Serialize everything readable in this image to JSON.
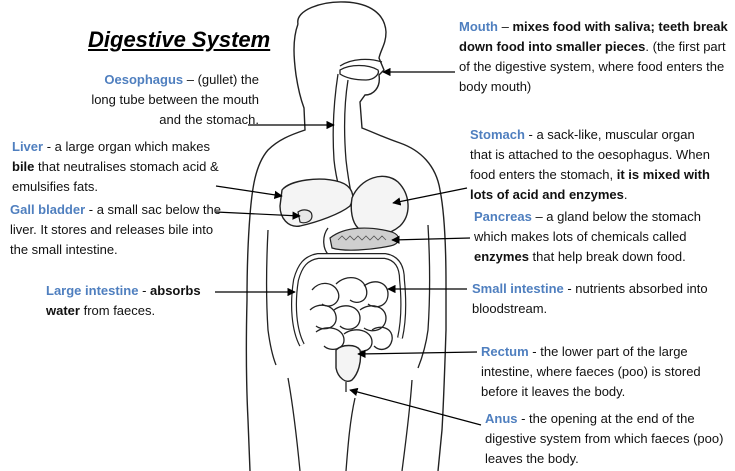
{
  "title": "Digestive System",
  "labels": {
    "mouth": {
      "term": "Mouth",
      "sep": " – ",
      "bold": "mixes food with saliva; teeth break down food into smaller pieces",
      "end": ".",
      "note": "(the first part of the digestive system, where food enters the body mouth)"
    },
    "oesophagus": {
      "term": "Oesophagus",
      "text": " – (gullet) the long tube between the mouth and the stomach."
    },
    "stomach": {
      "term": "Stomach",
      "text": " - a sack-like, muscular organ that is attached to the oesophagus. When food enters the stomach, ",
      "bold": "it is mixed with lots of acid and enzymes",
      "end": "."
    },
    "liver": {
      "term": "Liver",
      "text1": " - a large organ which makes ",
      "bold": "bile",
      "text2": " that neutralises stomach acid & emulsifies fats."
    },
    "gall_bladder": {
      "term": "Gall bladder",
      "text": " - a small sac below the liver. It stores and releases bile into the small intestine."
    },
    "pancreas": {
      "term": "Pancreas",
      "text1": " – a gland below the stomach which makes lots of chemicals called ",
      "bold": "enzymes",
      "text2": " that help break down food."
    },
    "large_intestine": {
      "term": "Large intestine",
      "sep": " - ",
      "bold1": "absorbs",
      "bold2": "water",
      "text": " from faeces."
    },
    "small_intestine": {
      "term": "Small intestine",
      "text": " - nutrients absorbed into bloodstream."
    },
    "rectum": {
      "term": "Rectum",
      "text": " - the lower part of the large intestine, where faeces (poo) is stored before it leaves the body."
    },
    "anus": {
      "term": "Anus",
      "text": " - the opening at the end of the digestive system from which faeces (poo) leaves the body."
    }
  },
  "colors": {
    "term": "#4f7fbf",
    "line": "#000000",
    "organ": "#2a2a2a"
  }
}
